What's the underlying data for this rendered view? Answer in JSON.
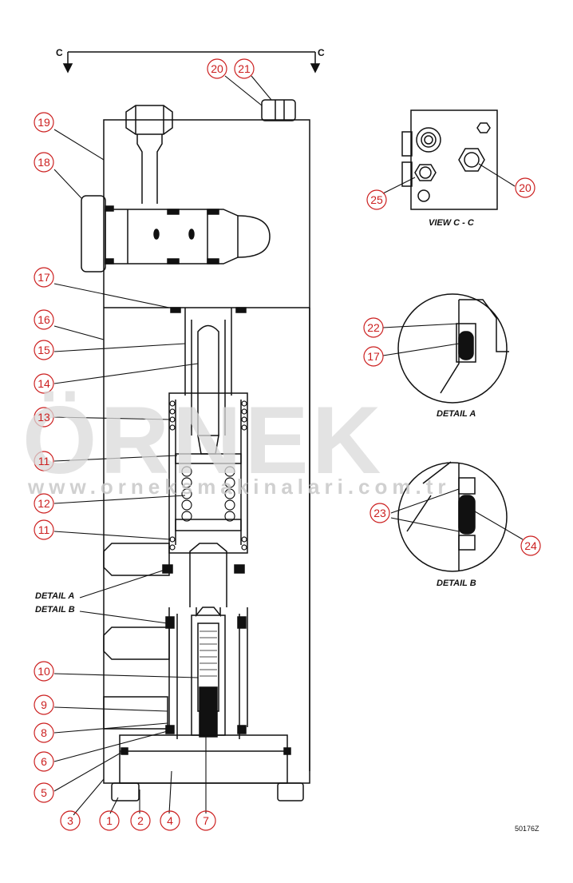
{
  "watermark": {
    "brand": "ÖRNEK",
    "url": "www.orneksmakinalari.com.tr"
  },
  "section_marker": "C",
  "callouts": {
    "c1": "1",
    "c2": "2",
    "c3": "3",
    "c4": "4",
    "c5": "5",
    "c6": "6",
    "c7": "7",
    "c8": "8",
    "c9": "9",
    "c10": "10",
    "c11a": "11",
    "c11b": "11",
    "c12": "12",
    "c13": "13",
    "c14": "14",
    "c15": "15",
    "c16": "16",
    "c17a": "17",
    "c17b": "17",
    "c18": "18",
    "c19": "19",
    "c20a": "20",
    "c20b": "20",
    "c21": "21",
    "c22": "22",
    "c23": "23",
    "c24": "24",
    "c25": "25"
  },
  "labels": {
    "detail_a_ref": "DETAIL A",
    "detail_b_ref": "DETAIL B",
    "view_cc": "VIEW C - C",
    "detail_a": "DETAIL A",
    "detail_b": "DETAIL B",
    "drawing_code": "50176Z"
  },
  "colors": {
    "line": "#111111",
    "callout": "#cc2020",
    "watermark": "#d9d9d9"
  }
}
